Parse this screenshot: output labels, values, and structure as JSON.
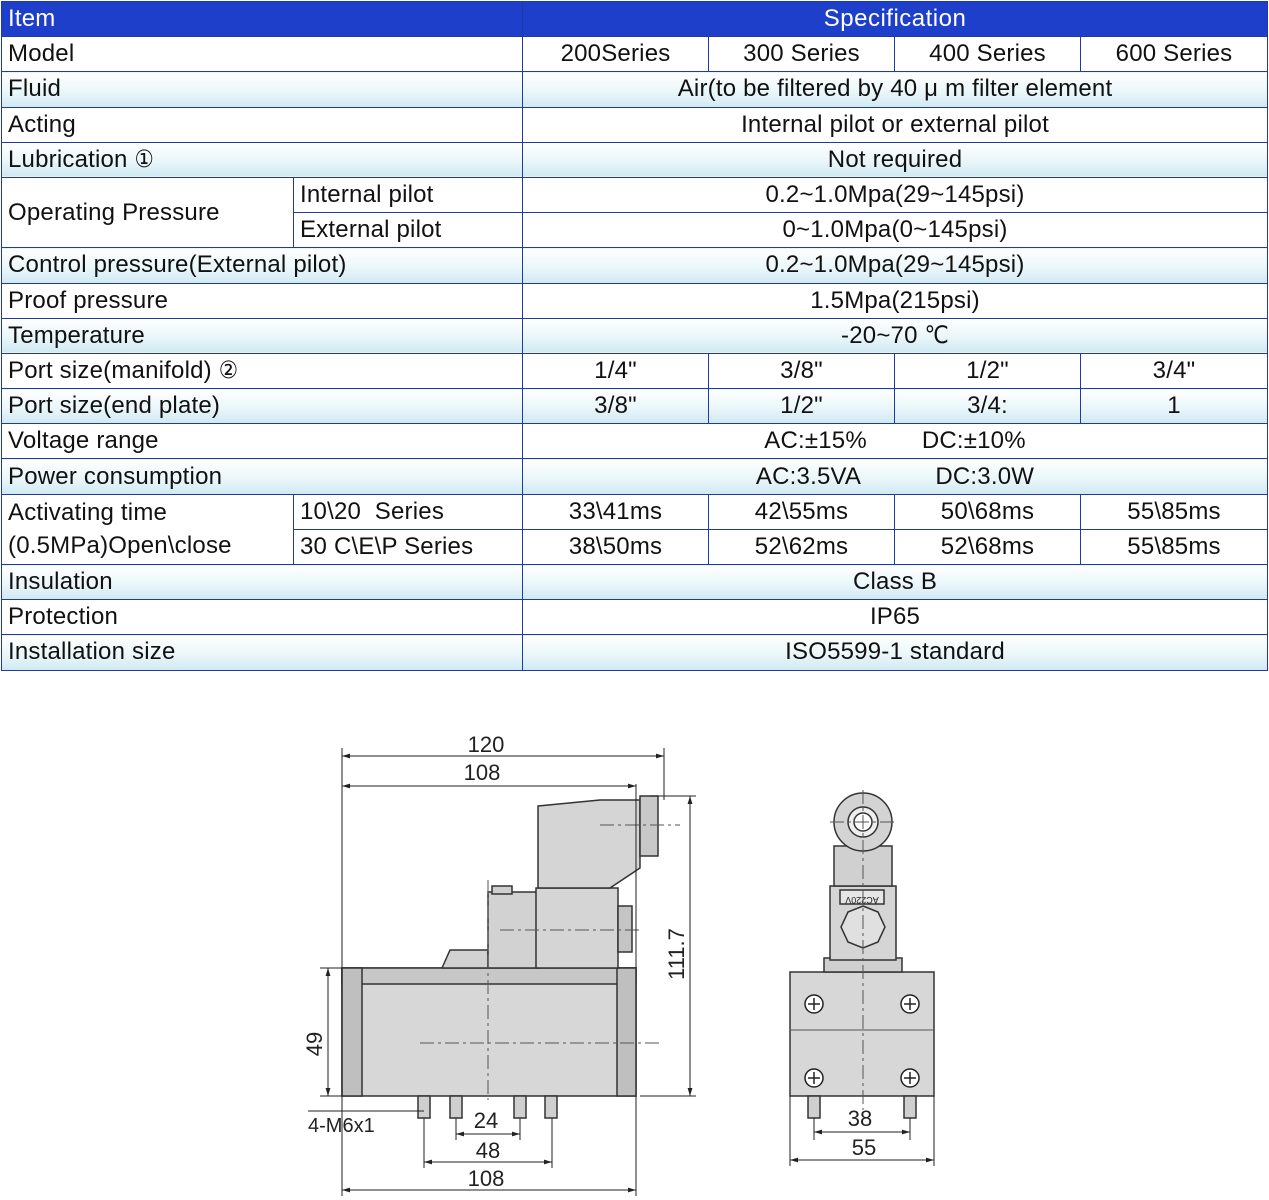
{
  "header": {
    "item": "Item",
    "specification": "Specification"
  },
  "model": {
    "label": "Model",
    "series": [
      "200Series",
      "300 Series",
      "400 Series",
      "600 Series"
    ]
  },
  "fluid": {
    "label": "Fluid",
    "value": "Air(to be filtered by 40 μ m filter element"
  },
  "acting": {
    "label": "Acting",
    "value": "Internal pilot or external pilot"
  },
  "lubrication": {
    "label": "Lubrication ①",
    "value": "Not required"
  },
  "operating_pressure": {
    "label": "Operating Pressure",
    "internal_label": "Internal pilot",
    "internal_value": "0.2~1.0Mpa(29~145psi)",
    "external_label": "External pilot",
    "external_value": "0~1.0Mpa(0~145psi)"
  },
  "control_pressure": {
    "label": "Control pressure(External pilot)",
    "value": "0.2~1.0Mpa(29~145psi)"
  },
  "proof_pressure": {
    "label": "Proof pressure",
    "value": "1.5Mpa(215psi)"
  },
  "temperature": {
    "label": "Temperature",
    "value": "-20~70 ℃"
  },
  "port_manifold": {
    "label": "Port size(manifold)  ②",
    "values": [
      "1/4\"",
      "3/8\"",
      "1/2\"",
      "3/4\""
    ]
  },
  "port_end_plate": {
    "label": "Port size(end plate)",
    "values": [
      "3/8\"",
      "1/2\"",
      "3/4:",
      "1"
    ]
  },
  "voltage": {
    "label": "Voltage range",
    "value": "AC:±15%        DC:±10%"
  },
  "power": {
    "label": "Power consumption",
    "value": "AC:3.5VA           DC:3.0W"
  },
  "activating": {
    "label_line1": "Activating time",
    "label_line2": "(0.5MPa)Open\\close",
    "row1_label": "10\\20  Series",
    "row1_values": [
      "33\\41ms",
      "42\\55ms",
      "50\\68ms",
      "55\\85ms"
    ],
    "row2_label": "30 C\\E\\P Series",
    "row2_values": [
      "38\\50ms",
      "52\\62ms",
      "52\\68ms",
      "55\\85ms"
    ]
  },
  "insulation": {
    "label": "Insulation",
    "value": "Class B"
  },
  "protection": {
    "label": "Protection",
    "value": "IP65"
  },
  "installation": {
    "label": "Installation size",
    "value": "ISO5599-1 standard"
  },
  "drawing": {
    "dim_120": "120",
    "dim_108_top": "108",
    "dim_111_7": "111.7",
    "dim_49": "49",
    "thread": "4-M6x1",
    "dim_24": "24",
    "dim_48": "48",
    "dim_108_bottom": "108",
    "dim_38": "38",
    "dim_55": "55",
    "coil_label": "AC220V"
  }
}
